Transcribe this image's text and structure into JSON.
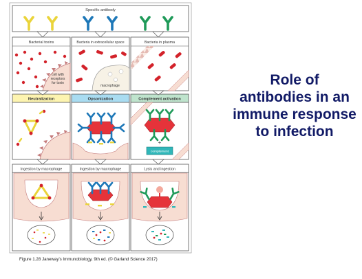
{
  "figure": {
    "header": "Specific antibody",
    "columns": [
      {
        "top_label": "Bacterial toxins",
        "top_note": [
          "cell with",
          "receptors",
          "for toxin"
        ],
        "mechanism": "Neutralization",
        "bottom_label": "Ingestion by macrophage"
      },
      {
        "top_label": "Bacteria in extracellular space",
        "top_note": [
          "macrophage"
        ],
        "mechanism": "Opsonization",
        "bottom_label": "Ingestion by macrophage"
      },
      {
        "top_label": "Bacteria in plasma",
        "top_note": [],
        "mechanism": "Complement activation",
        "mechanism_note": "complement",
        "bottom_label": "Lysis and ingestion"
      }
    ],
    "plus_sign": "+",
    "caption": "Figure 1.28 Janeway's Immunobiology, 9th ed. (© Garland Science 2017)"
  },
  "slide_title": "Role of antibodies in an immune response to infection",
  "colors": {
    "neutralization": "#fdf4b0",
    "opsonization": "#a9dcf1",
    "complement": "#bfe4cd",
    "bacteria": "#d3222a",
    "antibody_yellow": "#ead43a",
    "antibody_blue": "#1e78b8",
    "antibody_green": "#1f9a59",
    "cell": "#f7ddd2",
    "title": "#111a66"
  }
}
